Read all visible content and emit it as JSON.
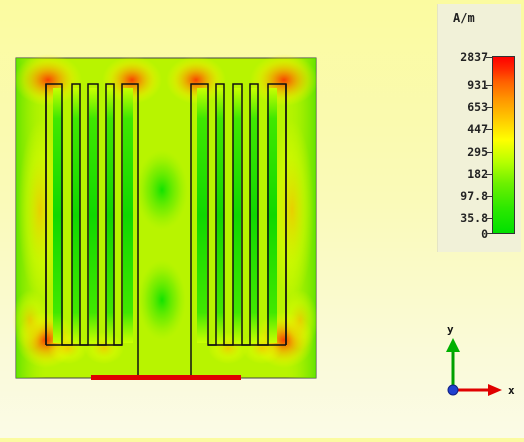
{
  "legend": {
    "unit": "A/m",
    "ticks": [
      "2837",
      "931",
      "653",
      "447",
      "295",
      "182",
      "97.8",
      "35.8",
      "0"
    ]
  },
  "colors": {
    "background_top": "#fbfba0",
    "background_bottom": "#fbfbe6",
    "field_low": "#00e000",
    "field_mid": "#ffff00",
    "field_high": "#ff0000",
    "feed_line": "#e00000",
    "axis_y": "#00a000",
    "axis_x": "#e00000",
    "axis_z": "#2040d0"
  },
  "axes": {
    "x_label": "x",
    "y_label": "y"
  }
}
